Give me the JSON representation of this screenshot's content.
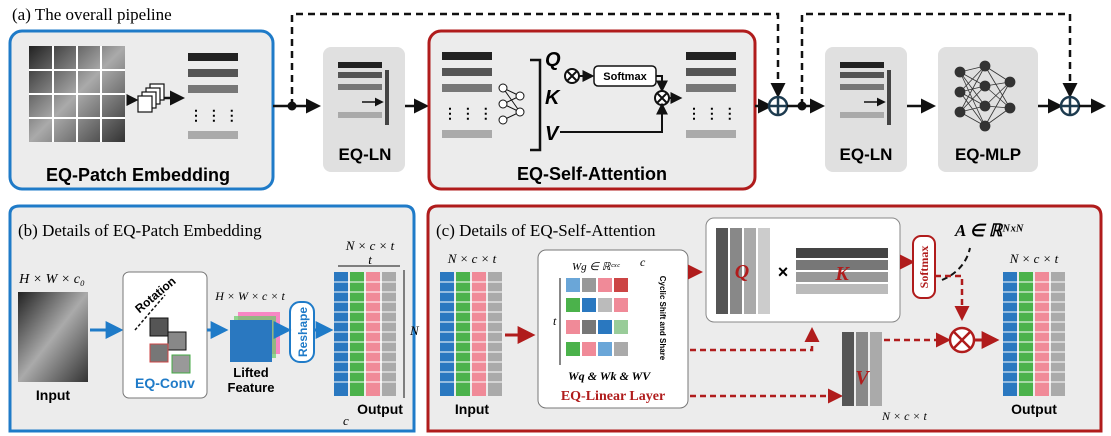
{
  "section_a": {
    "title": "(a)  The overall pipeline",
    "patch_embedding_label": "EQ-Patch Embedding",
    "ln_label_1": "EQ-LN",
    "self_attention_label": "EQ-Self-Attention",
    "ln_label_2": "EQ-LN",
    "mlp_label": "EQ-MLP",
    "q": "Q",
    "k": "K",
    "v": "V",
    "softmax": "Softmax",
    "dots": "⋮  ⋮  ⋮"
  },
  "section_b": {
    "title": "(b)  Details of EQ-Patch Embedding",
    "input_dims": "H × W × c₀",
    "input_label": "Input",
    "rotation": "Rotation",
    "eq_conv": "EQ-Conv",
    "lifted_dims": "H × W × c × t",
    "lifted_label_1": "Lifted",
    "lifted_label_2": "Feature",
    "reshape": "Reshape",
    "out_dims": "N × c × t",
    "t": "t",
    "n": "N",
    "c": "c",
    "output_label": "Output"
  },
  "section_c": {
    "title": "(c) Details of EQ-Self-Attention",
    "input_dims": "N × c × t",
    "input_label": "Input",
    "wg": "Wg ∈ ℝᶜˣᶜ",
    "c": "c",
    "t": "t",
    "cyclic": "Cyclic Shift and Share",
    "weights": "Wq & Wk & WV",
    "linear_label": "EQ-Linear Layer",
    "q": "Q",
    "times": "×",
    "k": "K",
    "softmax": "Softmax",
    "a_eq": "A ∈ ℝᴺˣᴺ",
    "v": "V",
    "v_dims": "N × c × t",
    "out_dims": "N × c × t",
    "output_label": "Output"
  },
  "colors": {
    "blue": "#1f7bc8",
    "red": "#b01c1c",
    "panel": "#ececec",
    "dark": "#1c1c1c",
    "node": "#1d3b4f"
  }
}
